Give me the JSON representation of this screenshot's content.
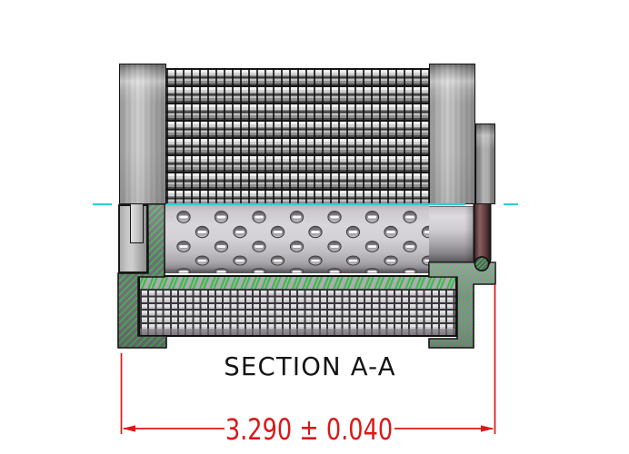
{
  "drawing": {
    "section_label": "SECTION A-A",
    "dimension": {
      "value": "3.290",
      "tolerance_symbol": "±",
      "tolerance": "0.040",
      "full_text": "3.290 ± 0.040"
    },
    "colors": {
      "dimension_red": "#dc1717",
      "hatch_green": "#3bbd4a",
      "hatch_gray_dark": "#6f6d75",
      "hatch_gray_light": "#8a888f",
      "centerline_cyan": "#2ad1dc",
      "oring_maroon": "#8a6060"
    }
  }
}
